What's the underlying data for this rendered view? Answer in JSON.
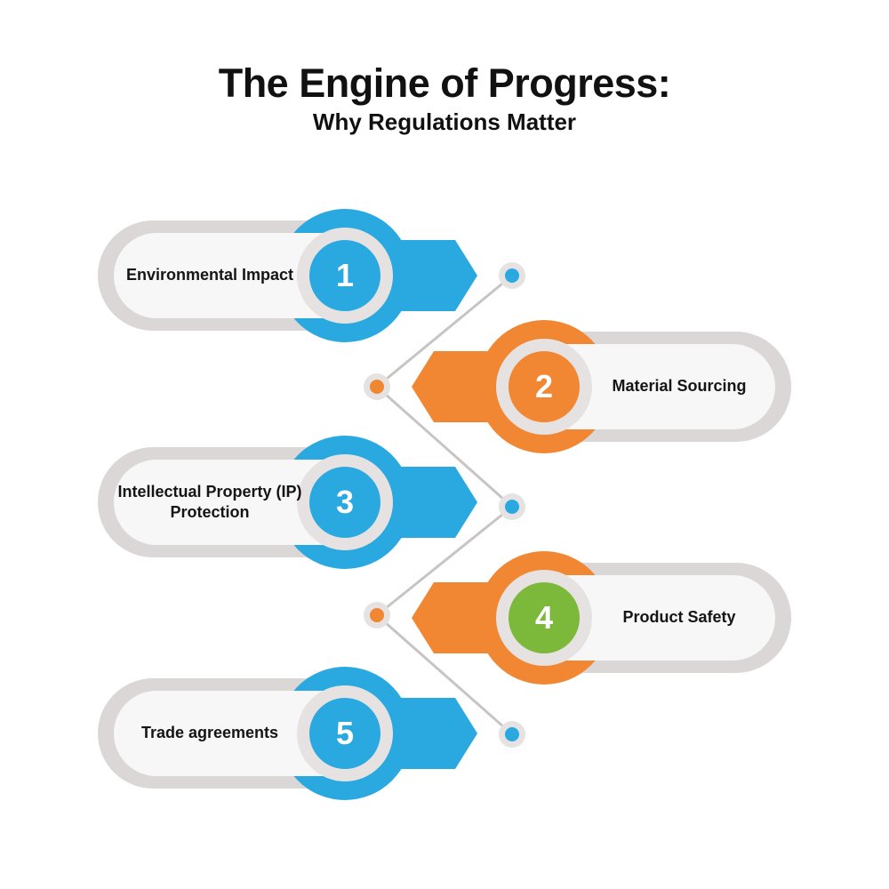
{
  "header": {
    "title": "The Engine of Progress:",
    "subtitle": "Why Regulations Matter"
  },
  "colors": {
    "blue": "#29a9e0",
    "orange": "#f18732",
    "green": "#7cb83a",
    "card": "#f7f7f7",
    "card_border": "#dcd7d7",
    "connector": "#c9c4c4"
  },
  "steps": [
    {
      "number": "1",
      "label": "Environmental Impact",
      "accent": "blue",
      "badge": "blue"
    },
    {
      "number": "2",
      "label": "Material Sourcing",
      "accent": "orange",
      "badge": "orange"
    },
    {
      "number": "3",
      "label": "Intellectual Property (IP) Protection",
      "accent": "blue",
      "badge": "blue"
    },
    {
      "number": "4",
      "label": "Product Safety",
      "accent": "orange",
      "badge": "green"
    },
    {
      "number": "5",
      "label": "Trade agreements",
      "accent": "blue",
      "badge": "blue"
    }
  ]
}
